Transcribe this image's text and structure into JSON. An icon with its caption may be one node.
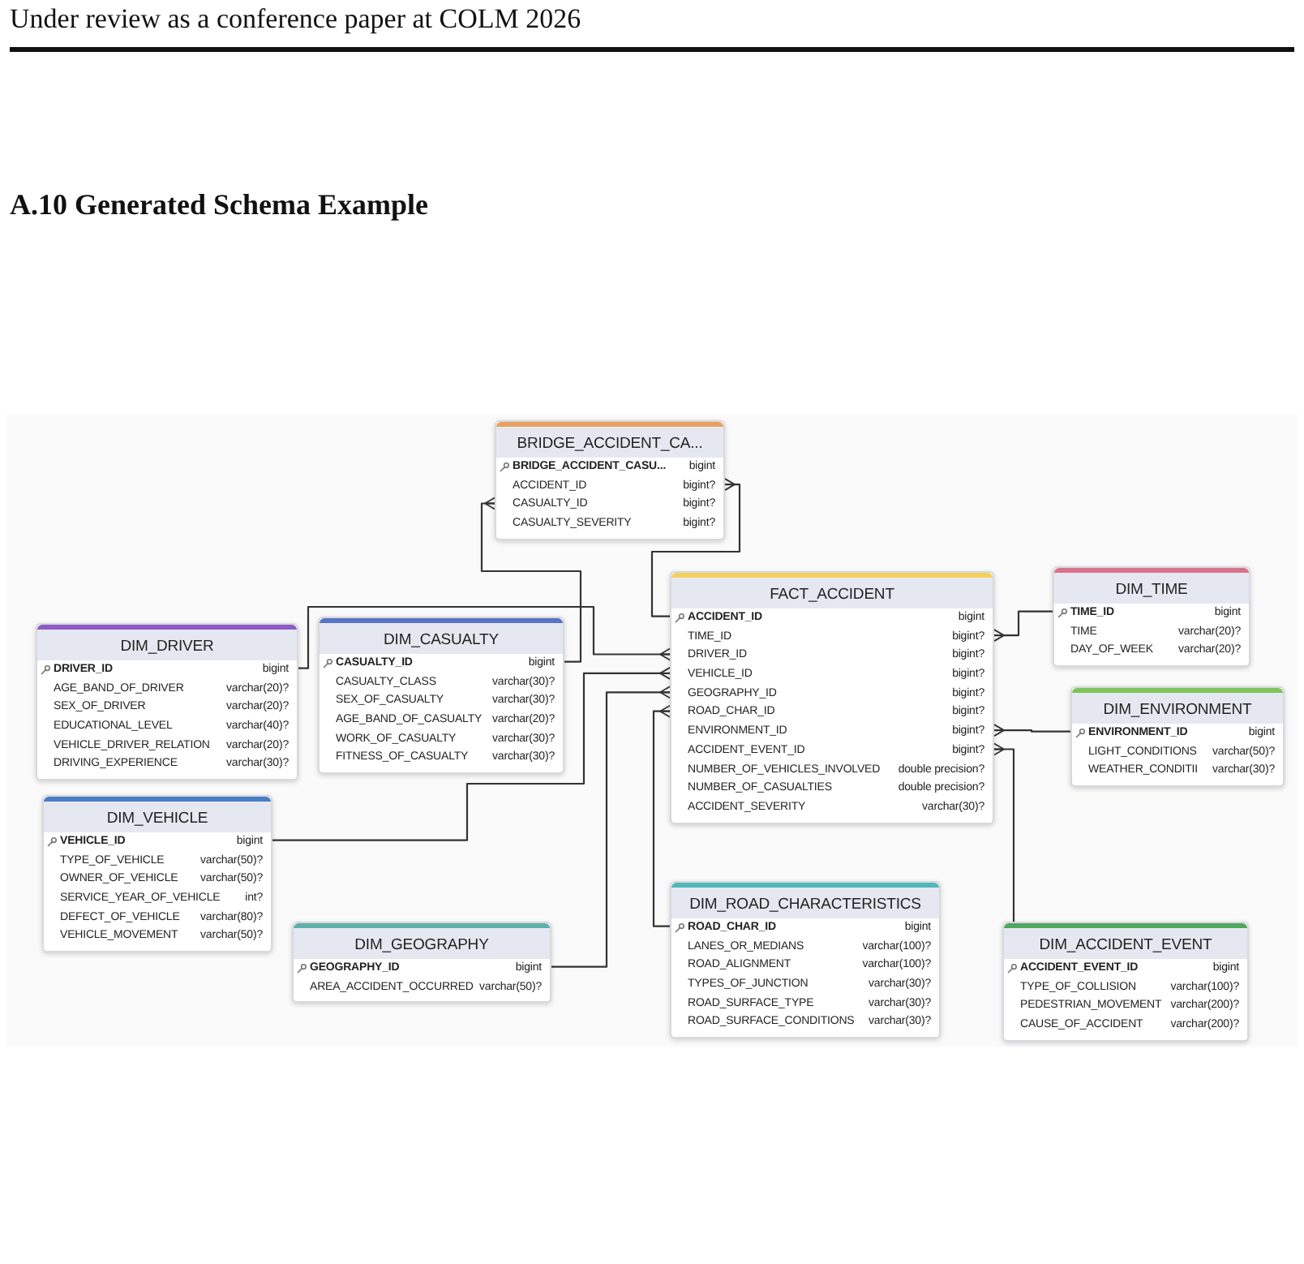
{
  "diagram": {
    "title": "A.10 Generated Schema Example",
    "nodes": [
      {
        "text": [
          "BRIDGE_ACCIDENT_CA...",
          "BRIDGE_ACCIDENT_CASU...",
          "bigint",
          "ACCIDENT_ID",
          "bigint?",
          "CASUALTY_ID",
          "bigint?",
          "CASUALTY_SEVERITY",
          "bigint?"
        ]
      },
      {
        "text": [
          "FACT_ACCIDENT",
          "ACCIDENT_ID",
          "bigint",
          "TIME_ID",
          "bigint?",
          "DRIVER_ID",
          "bigint?",
          "VEHICLE_ID",
          "bigint?",
          "GEOGRAPHY_ID",
          "bigint?",
          "ROAD_CHAR_ID",
          "bigint?",
          "ENVIRONMENT_ID",
          "bigint?",
          "ACCIDENT_EVENT_ID",
          "bigint?",
          "NUMBER_OF_VEHICLES_INVOLVED",
          "double precision?",
          "NUMBER_OF_CASUALTIES",
          "double precision?",
          "ACCIDENT_SEVERITY",
          "varchar(30)?"
        ]
      },
      {
        "text": [
          "DIM_TIME",
          "TIME_ID",
          "bigint",
          "TIME",
          "varchar(20)?",
          "DAY_OF_WEEK",
          "varchar(20)?"
        ]
      },
      {
        "text": [
          "DIM_DRIVER",
          "DRIVER_ID",
          "bigint",
          "AGE_BAND_OF_DRIVER",
          "varchar(20)?",
          "SEX_OF_DRIVER",
          "varchar(20)?",
          "EDUCATIONAL_LEVEL",
          "varchar(40)?",
          "VEHICLE_DRIVER_RELATION",
          "varchar(20)?",
          "DRIVING_EXPERIENCE",
          "varchar(30)?"
        ]
      },
      {
        "text": [
          "DIM_CASUALTY",
          "CASUALTY_ID",
          "bigint",
          "CASUALTY_CLASS",
          "varchar(30)?",
          "SEX_OF_CASUALTY",
          "varchar(30)?",
          "AGE_BAND_OF_CASUALTY",
          "varchar(20)?",
          "WORK_OF_CASUALTY",
          "varchar(30)?",
          "FITNESS_OF_CASUALTY",
          "varchar(30)?"
        ]
      },
      {
        "text": [
          "DIM_ENVIRONMENT",
          "ENVIRONMENT_ID",
          "bigint",
          "LIGHT_CONDITIONS",
          "varchar(50)?",
          "WEATHER_CONDITII",
          "varchar(30)?"
        ]
      },
      {
        "text": [
          "DIM_VEHICLE",
          "VEHICLE_ID",
          "bigint",
          "TYPE_OF_VEHICLE",
          "varchar(50)?",
          "OWNER_OF_VEHICLE",
          "varchar(50)?",
          "SERVICE_YEAR_OF_VEHICLE",
          "int?",
          "DEFECT_OF_VEHICLE",
          "varchar(80)?",
          "VEHICLE_MOVEMENT",
          "varchar(50)?"
        ]
      },
      {
        "text": [
          "DIM_ROAD_CHARACTERISTICS",
          "ROAD_CHAR_ID",
          "bigint",
          "LANES_OR_MEDIANS",
          "varchar(100)?",
          "ROAD_ALIGNMENT",
          "varchar(100)?",
          "TYPES_OF_JUNCTION",
          "varchar(30)?",
          "ROAD_SURFACE_TYPE",
          "varchar(30)?",
          "ROAD_SURFACE_CONDITIONS",
          "varchar(30)?"
        ]
      },
      {
        "text": [
          "DIM_GEOGRAPHY",
          "GEOGRAPHY_ID",
          "bigint",
          "AREA_ACCIDENT_OCCURRED",
          "varchar(50)?"
        ]
      },
      {
        "text": [
          "DIM_ACCIDENT_EVENT",
          "ACCIDENT_EVENT_ID",
          "bigint",
          "TYPE_OF_COLLISION",
          "varchar(100)?",
          "PEDESTRIAN_MOVEMENT",
          "varchar(200)?",
          "CAUSE_OF_ACCIDENT",
          "varchar(200)?"
        ]
      }
    ],
    "edges": [
      {
        "from": 0,
        "to": 1,
        "arrow": "other"
      },
      {
        "from": 0,
        "to": 4,
        "arrow": "other"
      },
      {
        "from": 1,
        "to": 2,
        "arrow": "other"
      },
      {
        "from": 1,
        "to": 3,
        "arrow": "other"
      },
      {
        "from": 1,
        "to": 6,
        "arrow": "other"
      },
      {
        "from": 1,
        "to": 8,
        "arrow": "other"
      },
      {
        "from": 1,
        "to": 7,
        "arrow": "other"
      },
      {
        "from": 1,
        "to": 5,
        "arrow": "other"
      },
      {
        "from": 1,
        "to": 9,
        "arrow": "other"
      }
    ],
    "labels": [
      "Under review as a conference paper at COLM 2026"
    ]
  }
}
